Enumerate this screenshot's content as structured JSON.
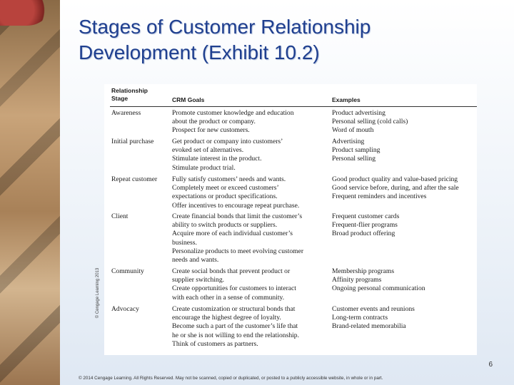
{
  "slide": {
    "title_line1": "Stages of Customer Relationship",
    "title_line2": "Development (Exhibit 10.2)",
    "page_number": "6",
    "footer": "© 2014 Cengage Learning. All Rights Reserved. May not be scanned, copied or duplicated, or posted to a publicly accessible website, in whole or in part."
  },
  "exhibit": {
    "copyright": "© Cengage Learning 2013",
    "headers": {
      "stage_line1": "Relationship",
      "stage_line2": "Stage",
      "goals": "CRM Goals",
      "examples": "Examples"
    },
    "rows": [
      {
        "stage": "Awareness",
        "goals": [
          "Promote customer knowledge and education",
          "about the product or company.",
          "Prospect for new customers."
        ],
        "examples": [
          "Product advertising",
          "Personal selling (cold calls)",
          "Word of mouth"
        ]
      },
      {
        "stage": "Initial purchase",
        "goals": [
          "Get product or company into customers’",
          "evoked set of alternatives.",
          "Stimulate interest in the product.",
          "Stimulate product trial."
        ],
        "examples": [
          "Advertising",
          "Product sampling",
          "Personal selling"
        ]
      },
      {
        "stage": "Repeat customer",
        "goals": [
          "Fully satisfy customers’ needs and wants.",
          "Completely meet or exceed customers’",
          "expectations or product specifications.",
          "Offer incentives to encourage repeat purchase."
        ],
        "examples": [
          "Good product quality and value-based pricing",
          "Good service before, during, and after the sale",
          "Frequent reminders and incentives"
        ]
      },
      {
        "stage": "Client",
        "goals": [
          "Create financial bonds that limit the customer’s",
          "ability to switch products or suppliers.",
          "Acquire more of each individual customer’s",
          "business.",
          "Personalize products to meet evolving customer",
          "needs and wants."
        ],
        "examples": [
          "Frequent customer cards",
          "Frequent-flier programs",
          "Broad product offering"
        ]
      },
      {
        "stage": "Community",
        "goals": [
          "Create social bonds that prevent product or",
          "supplier switching.",
          "Create opportunities for customers to interact",
          "with each other in a sense of community."
        ],
        "examples": [
          "Membership programs",
          "Affinity programs",
          "Ongoing personal communication"
        ]
      },
      {
        "stage": "Advocacy",
        "goals": [
          "Create customization or structural bonds that",
          "encourage the highest degree of loyalty.",
          "Become such a part of the customer’s life that",
          "he or she is not willing to end the relationship.",
          "Think of customers as partners."
        ],
        "examples": [
          "Customer events and reunions",
          "Long-term contracts",
          "Brand-related memorabilia"
        ]
      }
    ]
  }
}
